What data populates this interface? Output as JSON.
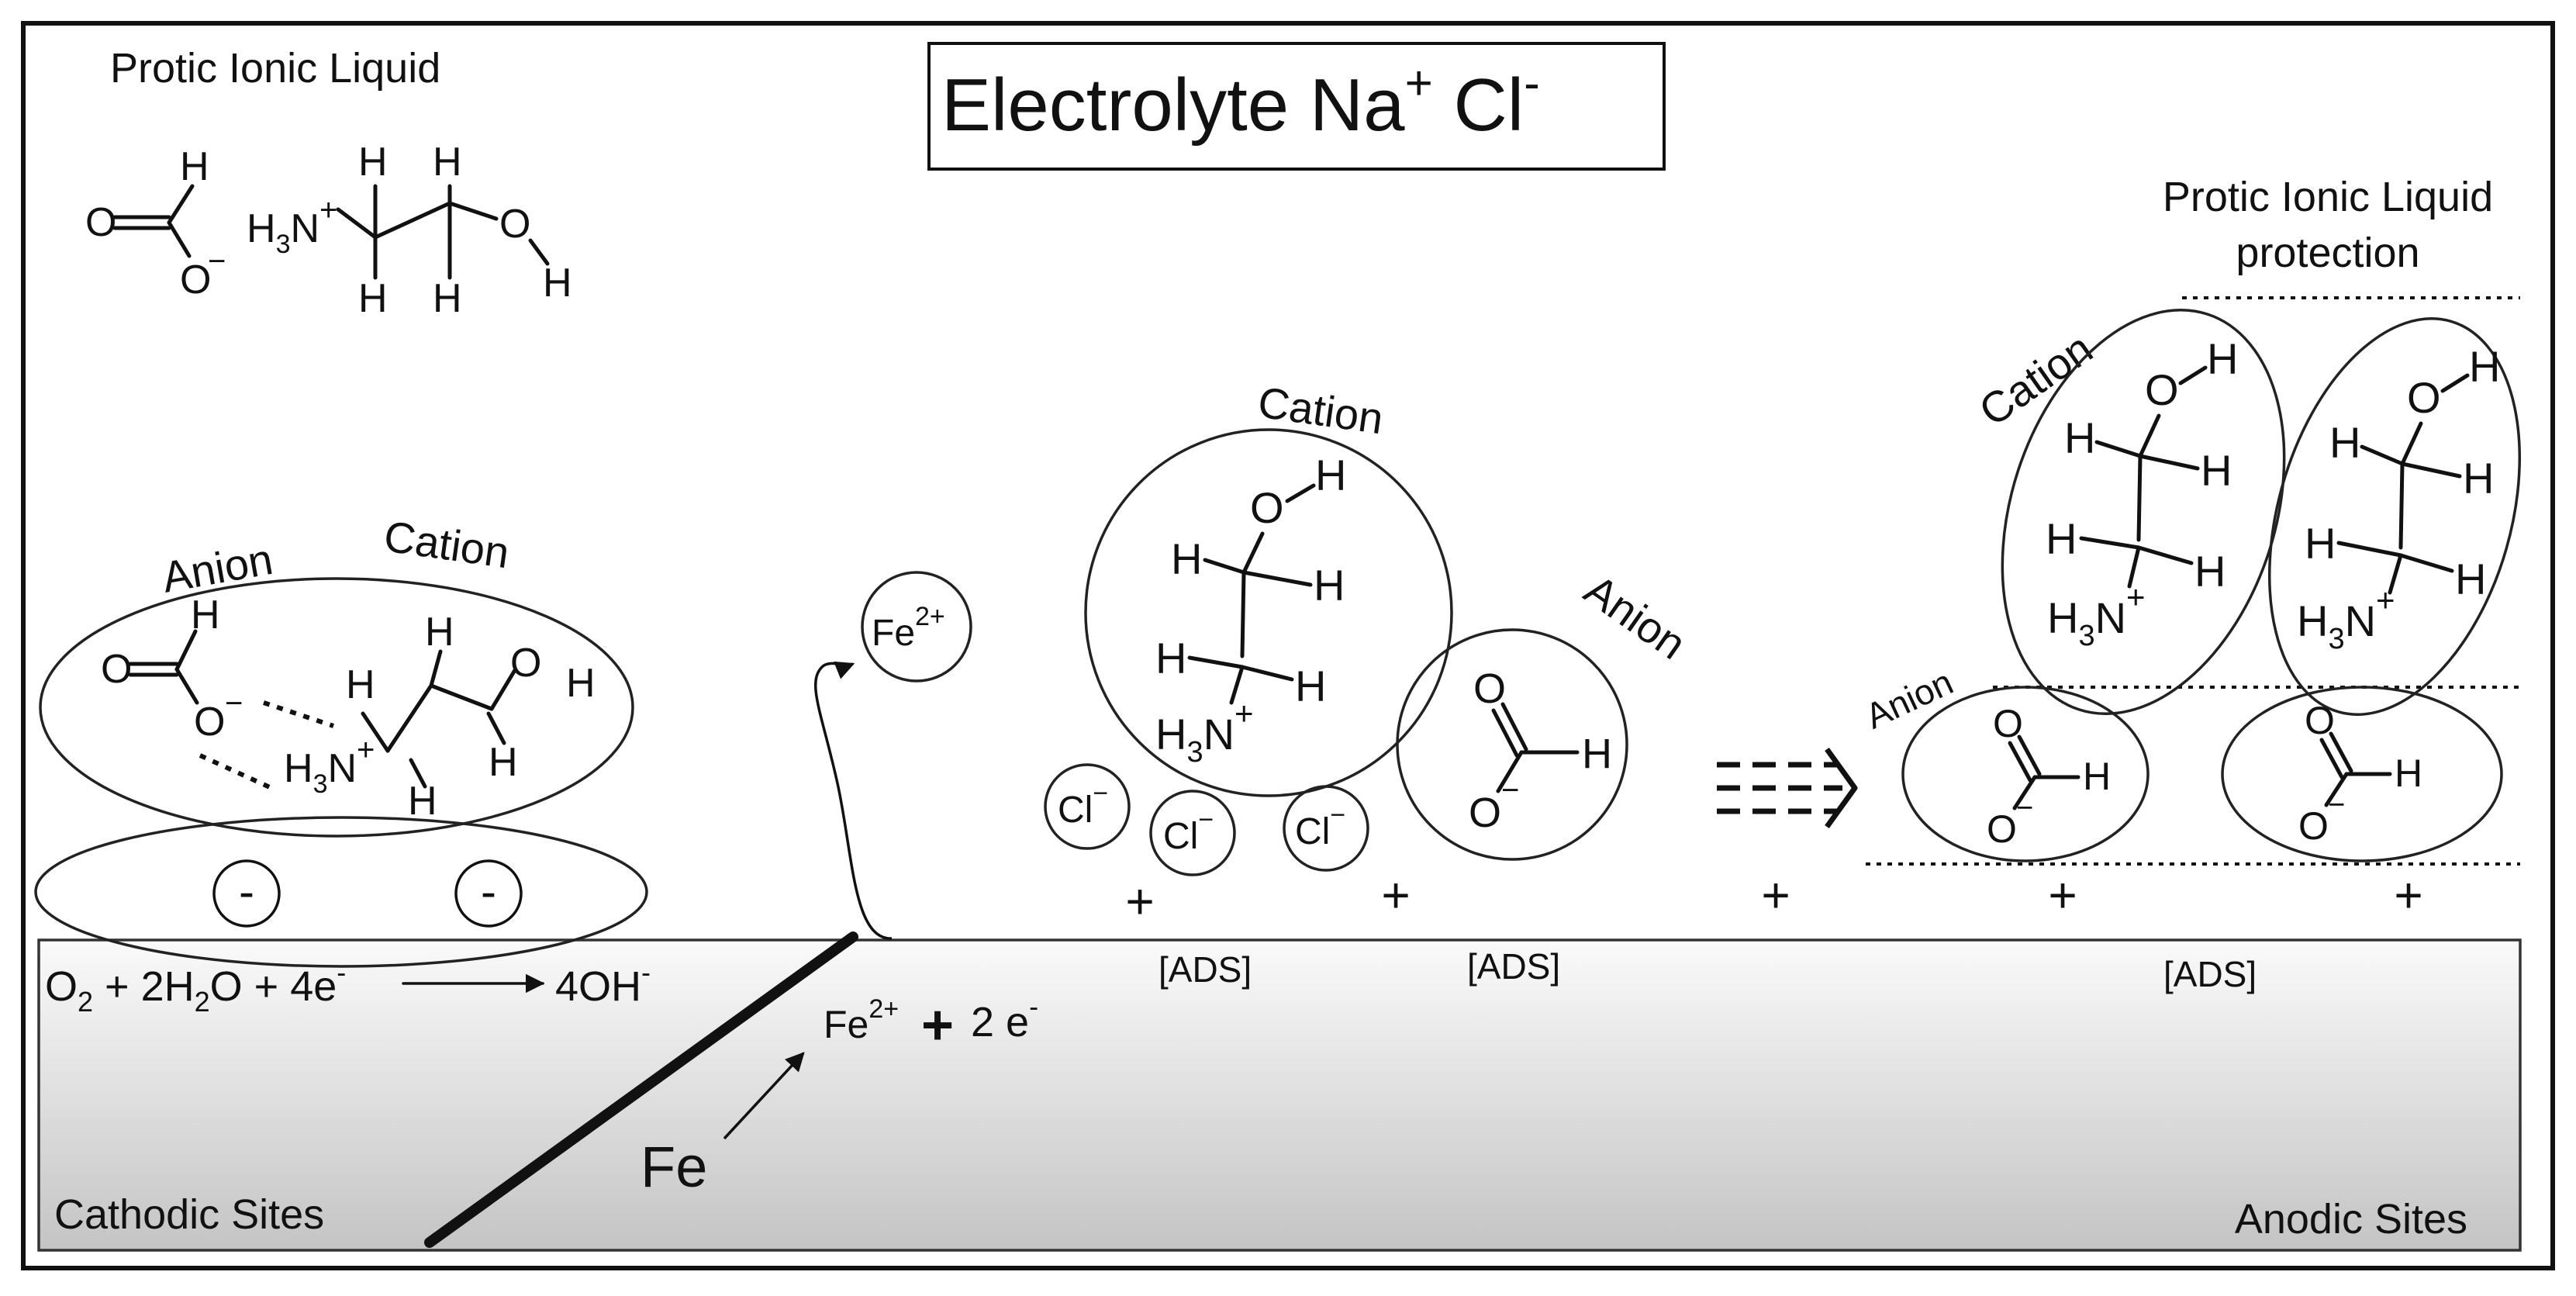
{
  "title": {
    "main": "Electrolyte Na",
    "na_charge": "+",
    "cl": " Cl",
    "cl_charge": "-"
  },
  "pil_label": "Protic Ionic Liquid",
  "pil_protection": {
    "line1": "Protic Ionic Liquid",
    "line2": "protection"
  },
  "anion_label": "Anion",
  "cation_label": "Cation",
  "fe_ion": {
    "text": "Fe",
    "charge": "2+"
  },
  "cl_ion": {
    "text": "Cl",
    "charge": "−"
  },
  "minus_sign": "-",
  "plus_sign": "+",
  "ads_label": "[ADS]",
  "cathodic_reaction": {
    "o2": "O",
    "o2_sub": "2",
    "plus1": " + 2H",
    "h2_sub": "2",
    "o_part": "O + 4e",
    "e_sup": "-",
    "product": "4OH",
    "product_sup": "-"
  },
  "anodic_reaction": {
    "fe": "Fe",
    "fe_sup": "2+",
    "plus": "+",
    "electrons": "2 e",
    "e_sup": "-"
  },
  "metal_label": "Fe",
  "cathodic_sites": "Cathodic Sites",
  "anodic_sites": "Anodic Sites",
  "chem": {
    "O": "O",
    "H": "H",
    "N": "N",
    "H3": "H",
    "sub3": "3",
    "plus": "+",
    "minus": "−"
  },
  "colors": {
    "metal_top": "#fafafa",
    "metal_bottom": "#c8c8c8",
    "ink": "#111111"
  }
}
